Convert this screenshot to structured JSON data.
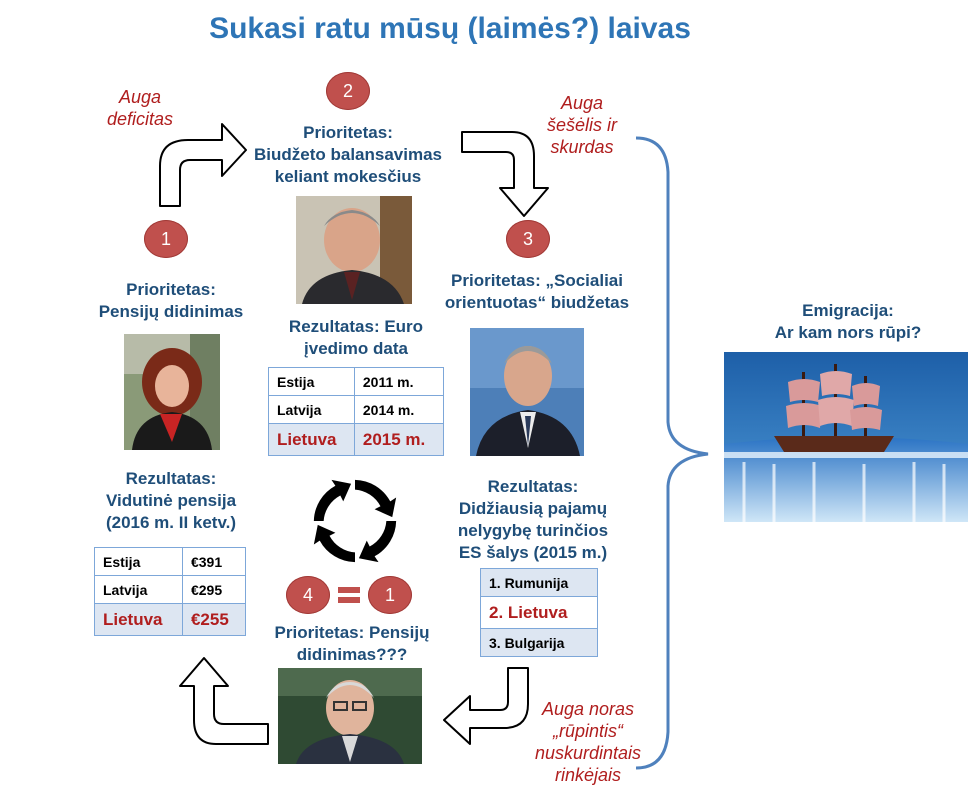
{
  "title": "Sukasi ratu mūsų (laimės?) laivas",
  "notes": {
    "deficit": [
      "Auga",
      "deficitas"
    ],
    "shadow": [
      "Auga",
      "šešėlis ir",
      "skurdas"
    ],
    "care": [
      "Auga noras",
      "„rūpintis“",
      "nuskurdintais",
      "rinkėjais"
    ]
  },
  "steps": {
    "s1": {
      "number": "1",
      "priority": [
        "Prioritetas:",
        "Pensijų didinimas"
      ],
      "result": [
        "Rezultatas:",
        "Vidutinė  pensija",
        "(2016 m. II ketv.)"
      ],
      "table": [
        {
          "country": "Estija",
          "value": "€391"
        },
        {
          "country": "Latvija",
          "value": "€295"
        },
        {
          "country": "Lietuva",
          "value": "€255"
        }
      ]
    },
    "s2": {
      "number": "2",
      "priority": [
        "Prioritetas:",
        "Biudžeto balansavimas",
        "keliant mokesčius"
      ],
      "result": [
        "Rezultatas: Euro",
        "įvedimo data"
      ],
      "table": [
        {
          "country": "Estija",
          "value": "2011 m."
        },
        {
          "country": "Latvija",
          "value": "2014 m."
        },
        {
          "country": "Lietuva",
          "value": "2015 m."
        }
      ]
    },
    "s3": {
      "number": "3",
      "priority": [
        "Prioritetas: „Socialiai",
        "orientuotas“ biudžetas"
      ],
      "result": [
        "Rezultatas:",
        "Didžiausią pajamų",
        "nelygybę turinčios",
        "ES šalys (2015 m.)"
      ],
      "ranking": [
        "1. Rumunija",
        "2. Lietuva",
        "3. Bulgarija"
      ]
    },
    "s4": {
      "number_left": "4",
      "number_right": "1",
      "priority": [
        "Prioritetas: Pensijų",
        "didinimas???"
      ]
    }
  },
  "emigration": [
    "Emigracija:",
    "Ar kam nors rūpi?"
  ],
  "colors": {
    "title": "#2e75b6",
    "badge": "#c0504d",
    "note": "#b01e1e",
    "text": "#1f4e79",
    "bracket": "#4f81bd"
  }
}
